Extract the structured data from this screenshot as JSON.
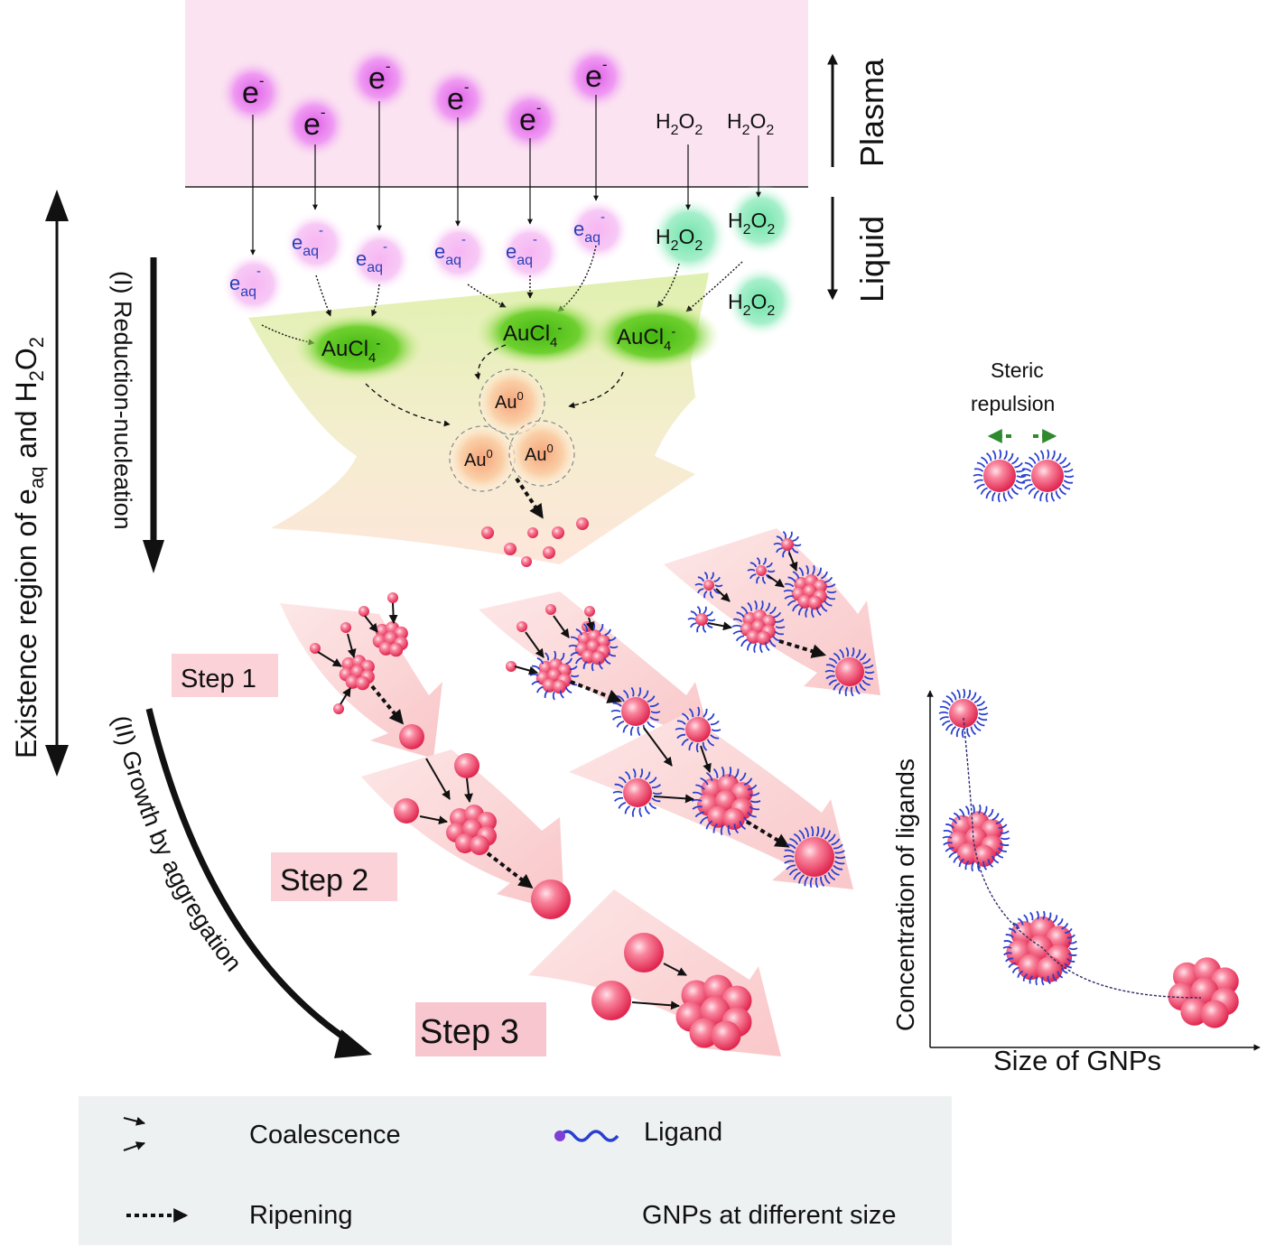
{
  "electron_labels": [
    "e",
    "e",
    "e",
    "e",
    "e",
    "e"
  ],
  "electron_sup": "-",
  "h2o2_plasma": [
    "H2O2",
    "H2O2"
  ],
  "h2o2_liquid": [
    "H2O2",
    "H2O2",
    "H2O2"
  ],
  "eaq_label": "e",
  "eaq_sub": "aq",
  "eaq_sup": "-",
  "aucl4_label": "AuCl",
  "aucl4_sub": "4",
  "aucl4_sup": "-",
  "au0_label": "Au",
  "au0_sup": "0",
  "plasma_label": "Plasma",
  "liquid_label": "Liquid",
  "existence_label_a": "Existence region of e",
  "existence_label_sub": "aq",
  "existence_label_b": " and H",
  "existence_label_sub2": "2",
  "existence_label_c": "O",
  "existence_label_sub3": "2",
  "reduction_label": "(I) Reduction-nucleation",
  "growth_label": "(II) Growth by aggregation",
  "steps": [
    "Step 1",
    "Step 2",
    "Step 3"
  ],
  "steric_line1": "Steric",
  "steric_line2": "repulsion",
  "graph_ylabel": "Concentration of  ligands",
  "graph_xlabel": "Size of GNPs",
  "legend": {
    "coalescence": "Coalescence",
    "ripening": "Ripening",
    "ligand": "Ligand",
    "gnps": "GNPs at different size"
  },
  "colors": {
    "plasma_bg": "#fbe3f1",
    "electron": "#d05ce0",
    "h2o2_glow": "#7ee8b0",
    "aucl4_glow": "#56c41a",
    "gnp": "#f0456a",
    "ligand": "#2a3fd0",
    "steric_arrow": "#2f8a2f",
    "legend_bg": "#eef1f2"
  }
}
